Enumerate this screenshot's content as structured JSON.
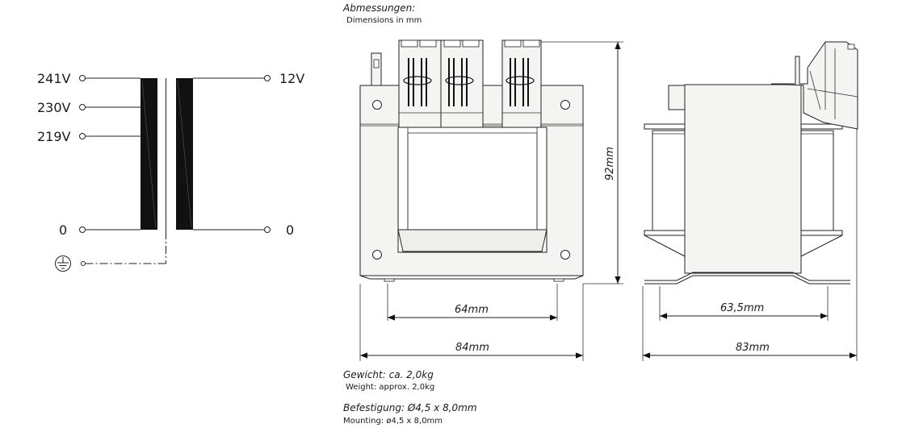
{
  "schematic": {
    "primary_taps": [
      "241V",
      "230V",
      "219V"
    ],
    "primary_zero": "0",
    "secondary_out": "12V",
    "secondary_zero": "0",
    "ground_icon": "protective-earth-icon"
  },
  "dimensions_header": {
    "de": "Abmessungen:",
    "en": "Dimensions  in  mm"
  },
  "front_view": {
    "height_label": "92mm",
    "inner_width_label": "64mm",
    "outer_width_label": "84mm"
  },
  "side_view": {
    "inner_width_label": "63,5mm",
    "outer_width_label": "83mm"
  },
  "weight": {
    "de": "Gewicht: ca. 2,0kg",
    "en": "Weight:  approx.  2,0kg"
  },
  "mounting": {
    "de": "Befestigung: Ø4,5 x 8,0mm",
    "en": "Mounting:  ø4,5  x  8,0mm"
  }
}
